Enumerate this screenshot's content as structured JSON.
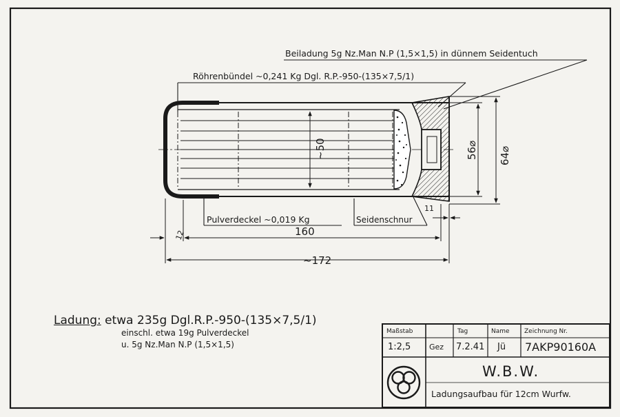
{
  "callouts": {
    "beiladung": "Beiladung 5g Nz.Man N.P (1,5×1,5) in dünnem Seidentuch",
    "roehrenbuendel": "Röhrenbündel ~0,241 Kg Dgl. R.P.-950-(135×7,5/1)",
    "pulverdeckel": "Pulverdeckel ~0,019 Kg",
    "seidenschnur": "Seidenschnur"
  },
  "dimensions": {
    "inner_diameter": "~50",
    "dia_56": "56⌀",
    "dia_64": "64⌀",
    "gap_12": "12",
    "gap_11": "11",
    "len_160": "160",
    "len_172": "~172"
  },
  "notes": {
    "label": "Ladung:",
    "line1": "etwa 235g Dgl.R.P.-950-(135×7,5/1)",
    "line2": "einschl. etwa 19g Pulverdeckel",
    "line3": "u. 5g Nz.Man N.P (1,5×1,5)"
  },
  "title_block": {
    "h_massstab": "Maßstab",
    "h_tag": "Tag",
    "h_name": "Name",
    "h_zeichnung": "Zeichnung Nr.",
    "scale": "1:2,5",
    "gez": "Gez",
    "date": "7.2.41",
    "initials": "Jü",
    "drawing_no": "7AKP90160A",
    "company": "W.B.W.",
    "subject": "Ladungsaufbau für 12cm Wurfw."
  },
  "colors": {
    "ink": "#1a1a1a",
    "paper": "#f4f3ef"
  }
}
